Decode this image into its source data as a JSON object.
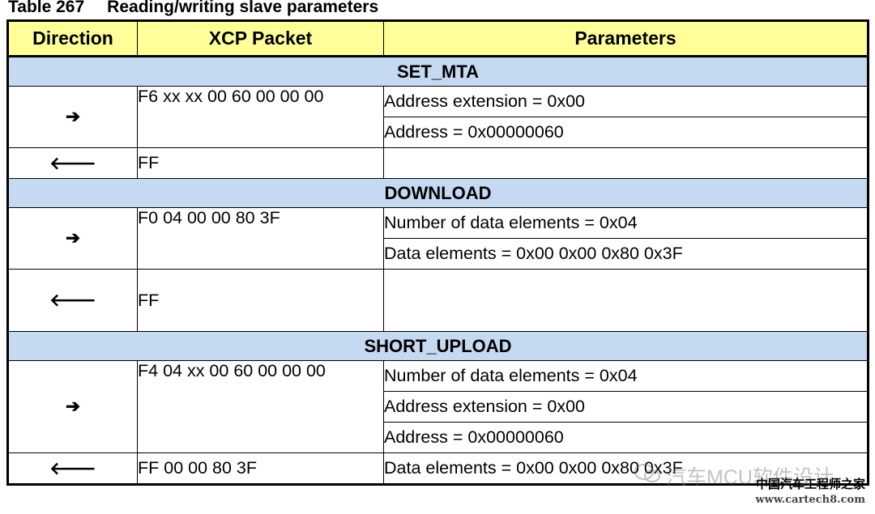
{
  "caption": {
    "number": "Table 267",
    "title": "Reading/writing slave parameters"
  },
  "headers": {
    "direction": "Direction",
    "packet": "XCP Packet",
    "parameters": "Parameters"
  },
  "arrows": {
    "to_slave": "➔",
    "to_master": "🡐"
  },
  "set_mta": {
    "title": "SET_MTA",
    "cmd_packet": "F6 xx xx 00 60 00 00 00",
    "cmd_params": [
      "Address extension = 0x00",
      "Address = 0x00000060"
    ],
    "res_packet": "FF"
  },
  "download": {
    "title": "DOWNLOAD",
    "cmd_packet": "F0 04 00 00 80 3F",
    "cmd_params": [
      "Number of data elements = 0x04",
      "Data elements = 0x00 0x00 0x80 0x3F"
    ],
    "res_packet": "FF"
  },
  "short_upload": {
    "title": "SHORT_UPLOAD",
    "cmd_packet": "F4 04 xx 00 60 00 00 00",
    "cmd_params": [
      "Number of data elements = 0x04",
      "Address extension = 0x00",
      "Address = 0x00000060"
    ],
    "res_packet": "FF 00 00 80 3F",
    "res_params": [
      "Data elements = 0x00 0x00 0x80 0x3F"
    ]
  },
  "watermark": {
    "text": "汽车MCU软件设计",
    "icon": "wechat-icon"
  },
  "site": {
    "name": "中国汽车工程师之家",
    "url": "www.cartech8.com"
  }
}
